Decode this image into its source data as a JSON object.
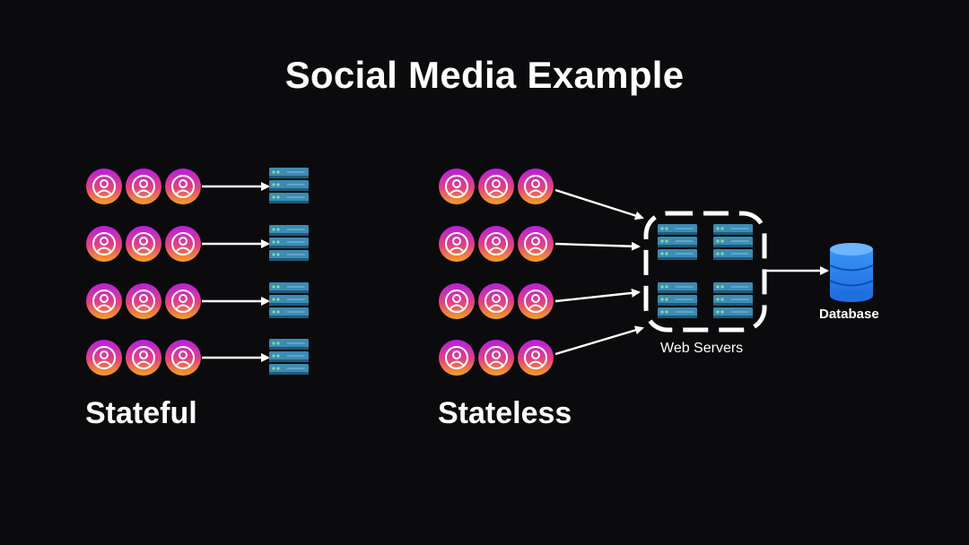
{
  "title": "Social Media Example",
  "stateful": {
    "label": "Stateful"
  },
  "stateless": {
    "label": "Stateless"
  },
  "web_servers": {
    "label": "Web Servers"
  },
  "database": {
    "label": "Database"
  },
  "icons": {
    "user": "user-avatar-icon",
    "server": "server-rack-icon",
    "database": "database-icon"
  },
  "colors": {
    "background": "#0b0b0d",
    "avatar_gradient_top": "#c026d3",
    "avatar_gradient_bottom": "#f59e0b",
    "server_body": "#3e8bb3",
    "server_dark": "#1f5a7a",
    "server_led": "#7ee0a0",
    "database": "#2f86f0",
    "database_top": "#6db6ff",
    "line": "#ffffff"
  }
}
